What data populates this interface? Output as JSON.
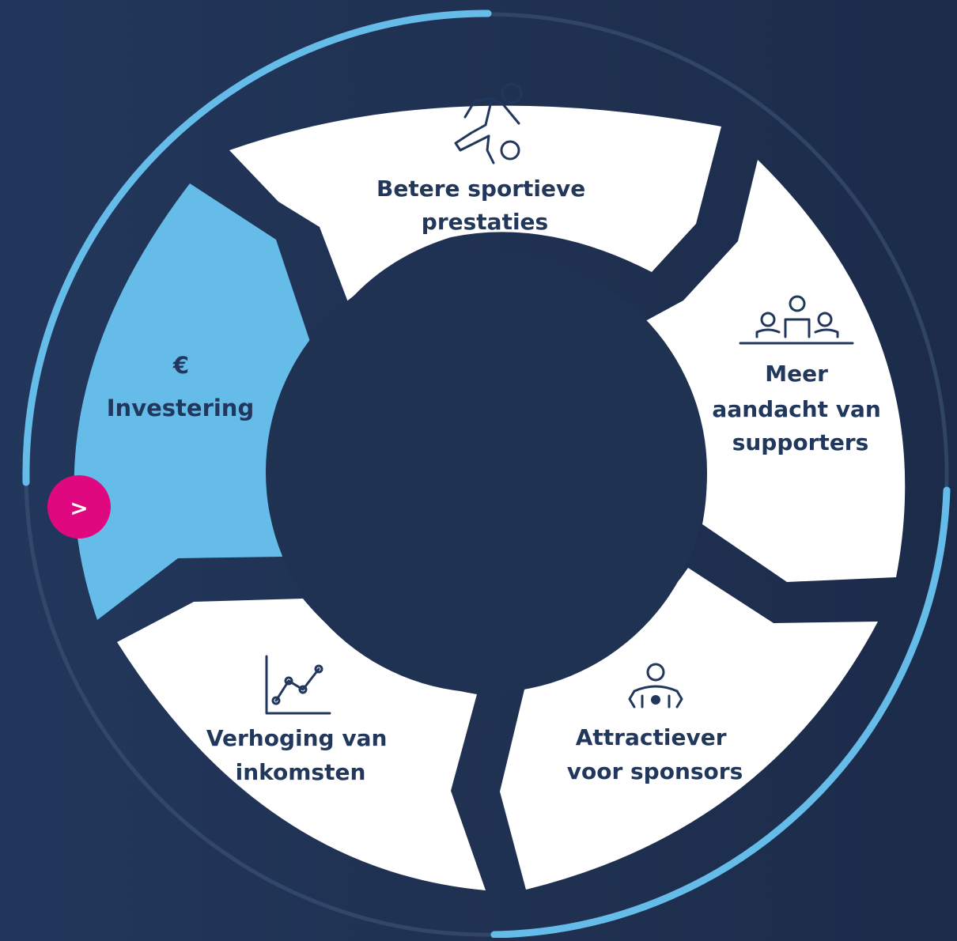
{
  "colors": {
    "background": "#22375c",
    "segment": "#ffffff",
    "active_segment": "#66bce9",
    "text": "#22375c",
    "ring_accent": "#66bce9",
    "next_button": "#e0087e"
  },
  "segments": [
    {
      "icon": "football-player-icon",
      "lines": [
        "Betere sportieve",
        "prestaties"
      ]
    },
    {
      "icon": "audience-icon",
      "lines": [
        "Meer",
        "aandacht van",
        "supporters"
      ]
    },
    {
      "icon": "sponsor-icon",
      "lines": [
        "Attractiever",
        "voor sponsors"
      ]
    },
    {
      "icon": "growth-chart-icon",
      "lines": [
        "Verhoging van",
        "inkomsten"
      ]
    }
  ],
  "investment": {
    "icon_symbol": "€",
    "label": "Investering"
  },
  "next_button": {
    "symbol": ">"
  }
}
